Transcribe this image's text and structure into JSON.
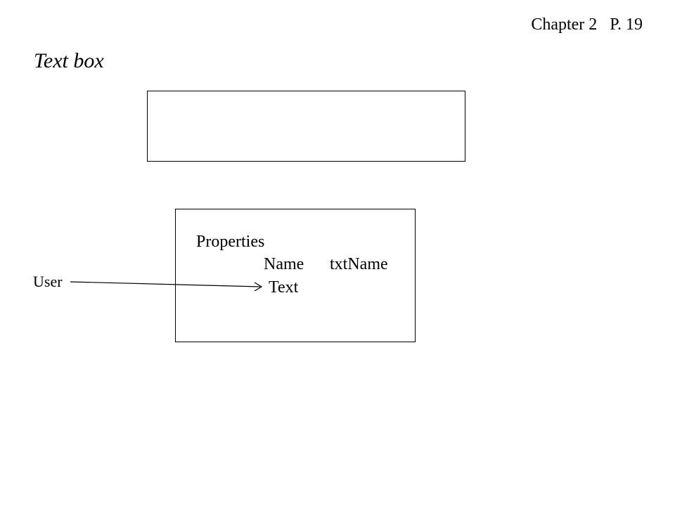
{
  "header": {
    "page_ref": "Chapter 2   P. 19",
    "title": "Text box"
  },
  "diagram": {
    "properties_heading": "Properties",
    "name_label": "Name",
    "name_value": "txtName",
    "text_property": "Text",
    "user_label": "User"
  }
}
